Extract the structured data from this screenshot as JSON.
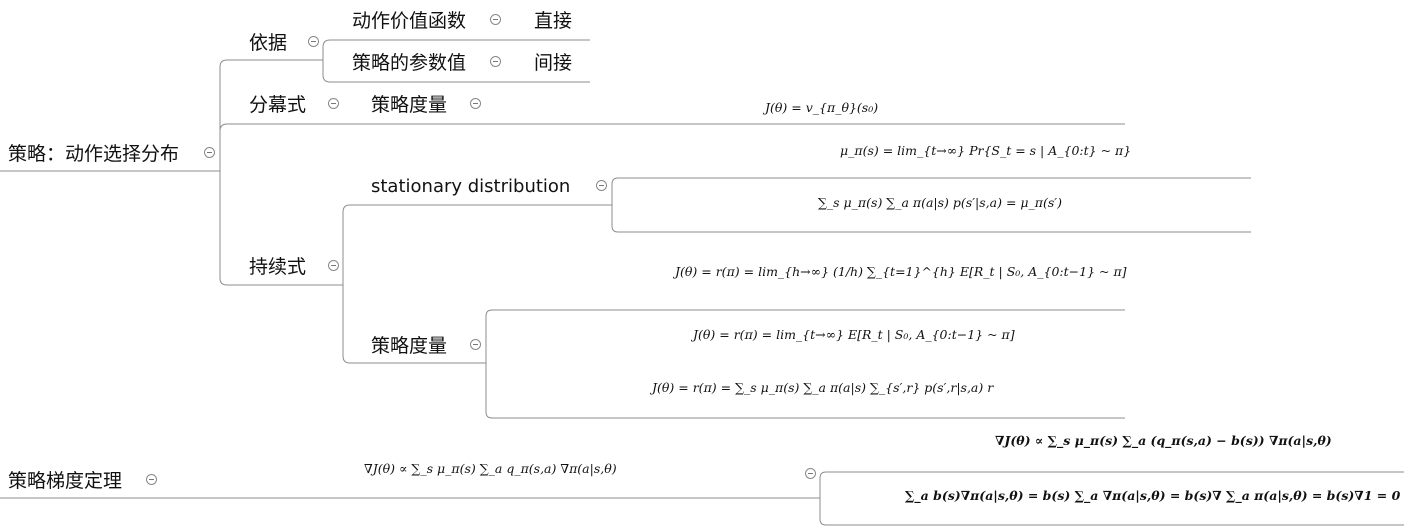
{
  "root": {
    "label": "策略：动作选择分布"
  },
  "basis": {
    "label": "依据",
    "children": [
      {
        "label": "动作价值函数",
        "note": "直接"
      },
      {
        "label": "策略的参数值",
        "note": "间接"
      }
    ]
  },
  "episodic": {
    "label": "分幕式",
    "measure_label": "策略度量",
    "formula": "J(θ) = v_{π_θ}(s₀)"
  },
  "continuing": {
    "label": "持续式",
    "stationary": {
      "label": "stationary distribution",
      "formula_def": "μ_π(s) = lim_{t→∞} Pr{S_t = s | A_{0:t} ~ π}",
      "formula_eq": "∑_s μ_π(s) ∑_a π(a|s) p(s′|s,a) = μ_π(s′)"
    },
    "formula_avg": "J(θ) = r(π) = lim_{h→∞} (1/h) ∑_{t=1}^{h} E[R_t | S₀, A_{0:t−1} ~ π]",
    "measure": {
      "label": "策略度量",
      "formula_lim": "J(θ) = r(π) = lim_{t→∞} E[R_t | S₀, A_{0:t−1} ~ π]",
      "formula_sum": "J(θ) = r(π) = ∑_s μ_π(s) ∑_a π(a|s) ∑_{s′,r} p(s′,r|s,a) r"
    }
  },
  "pg_theorem": {
    "label": "策略梯度定理",
    "formula": "∇J(θ) ∝ ∑_s μ_π(s) ∑_a q_π(s,a) ∇π(a|s,θ)",
    "baseline_formula": "∇J(θ) ∝ ∑_s μ_π(s) ∑_a (q_π(s,a) − b(s)) ∇π(a|s,θ)",
    "baseline_zero": "∑_a b(s)∇π(a|s,θ) = b(s) ∑_a ∇π(a|s,θ) = b(s)∇ ∑_a π(a|s,θ) = b(s)∇1 = 0"
  },
  "colors": {
    "line": "#8c8c8c",
    "text": "#111111"
  }
}
